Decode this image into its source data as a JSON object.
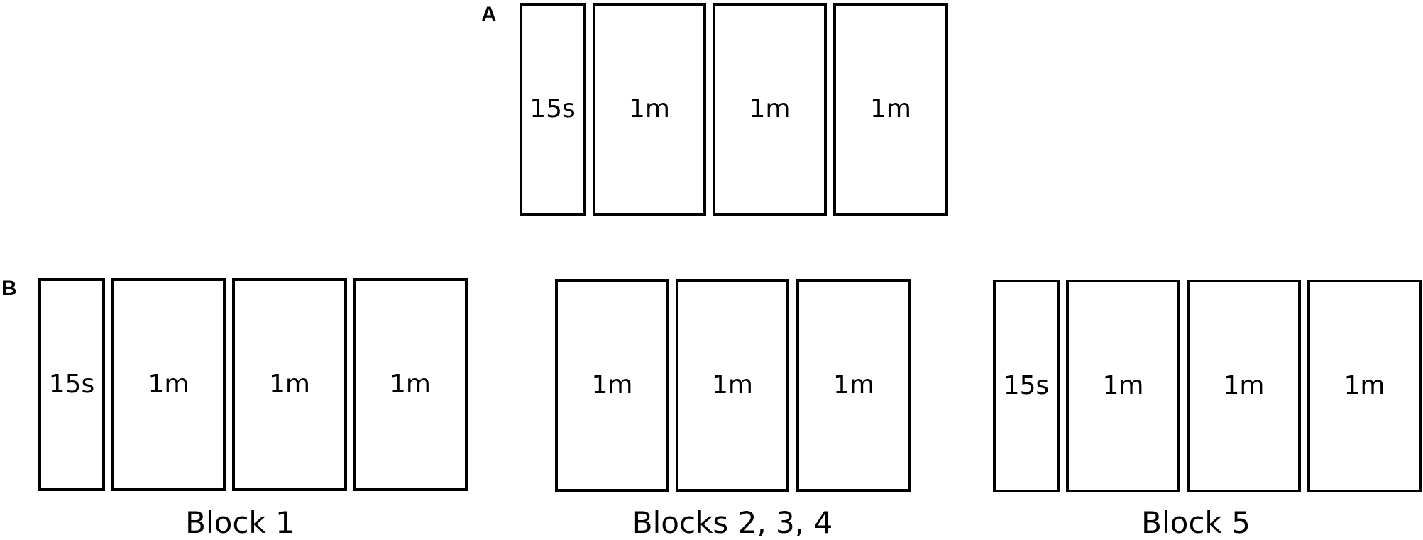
{
  "panel_a": {
    "letter": "A",
    "segments": [
      {
        "label": "15s"
      },
      {
        "label": "1m"
      },
      {
        "label": "1m"
      },
      {
        "label": "1m"
      }
    ]
  },
  "panel_b": {
    "letter": "B",
    "blocks": [
      {
        "caption": "Block 1",
        "segments": [
          {
            "label": "15s"
          },
          {
            "label": "1m"
          },
          {
            "label": "1m"
          },
          {
            "label": "1m"
          }
        ]
      },
      {
        "caption": "Blocks 2, 3, 4",
        "segments": [
          {
            "label": "1m"
          },
          {
            "label": "1m"
          },
          {
            "label": "1m"
          }
        ]
      },
      {
        "caption": "Block 5",
        "segments": [
          {
            "label": "15s"
          },
          {
            "label": "1m"
          },
          {
            "label": "1m"
          },
          {
            "label": "1m"
          }
        ]
      }
    ]
  }
}
